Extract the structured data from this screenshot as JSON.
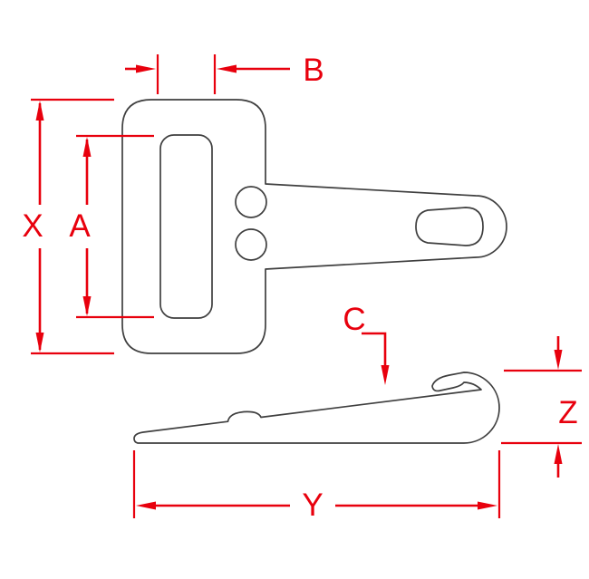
{
  "drawing": {
    "dim_labels": {
      "b": "B",
      "x": "X",
      "a": "A",
      "c": "C",
      "y": "Y",
      "z": "Z"
    },
    "colors": {
      "dimension": "#e8000d",
      "part_outline": "#3f3f3f",
      "background": "#ffffff"
    }
  }
}
